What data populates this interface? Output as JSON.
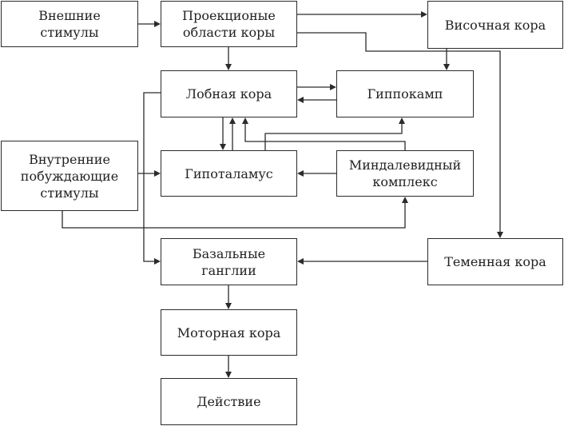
{
  "nodes": {
    "vneshnie": "Внешние\nстимулы",
    "proekc": "Проекционые\nобласти коры",
    "visoch": "Височная кора",
    "lobnaya": "Лобная кора",
    "gippo": "Гиппокамп",
    "vnutr": "Внутренние\nпобуждающие\nстимулы",
    "gipotal": "Гипоталамус",
    "mindal": "Миндалевидный\nкомплекс",
    "bazal": "Базальные\nганглии",
    "temen": "Теменная кора",
    "motor": "Моторная кора",
    "deistv": "Действие"
  },
  "colors": {
    "line": "#2b2b2b",
    "text": "#222222",
    "background": "#ffffff"
  }
}
